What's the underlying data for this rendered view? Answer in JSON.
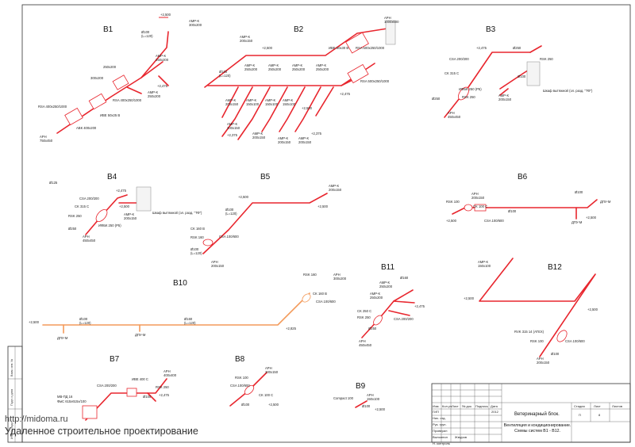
{
  "systems": {
    "B1": "В1",
    "B2": "В2",
    "B3": "В3",
    "B4": "В4",
    "B5": "В5",
    "B6": "В6",
    "B7": "В7",
    "B8": "В8",
    "B9": "В9",
    "B10": "В10",
    "B11": "В11",
    "B12": "В12"
  },
  "labels": {
    "elev_2500": "+2,500",
    "elev_2475": "+2,475",
    "elev_2375": "+2,375",
    "elev_2825": "+2,825",
    "amp_k": "АМР-К",
    "arn": "АРН",
    "dpu_m": "ДПУ-М",
    "d100": "Ø100",
    "l120": "(L=120)",
    "s200x150": "200x150",
    "s250x200": "250x200",
    "s200x100": "200x100",
    "s300x200": "300x200",
    "s450x450": "450x450",
    "s750x450": "750x450",
    "s400x400": "400x400",
    "s150x100": "150x100",
    "s1000x600": "1000x600",
    "csa200x200": "CSA 200/200",
    "csa100600": "CSA 100/600",
    "ck315c": "CK 315 C",
    "ck160b": "CK 160 B",
    "ck100c": "CK 100 C",
    "ck250c": "CK 250 C",
    "rsk250": "RSK 250",
    "rsk160": "RSK 160",
    "rsk100": "RSK 100",
    "ifbk250": "ИФБК 250 (Р5)",
    "ms400c": "ИВЕ 400 С",
    "compact100": "Compact 100",
    "hood_tf": "Шкаф вытяжной (эл. разд. \"ТФ\")",
    "rsa400": "RSA 400x250/1000",
    "rsa500": "RSA 500x250/1000",
    "ive50x30": "ИВЕ 50x30 B",
    "ive50x25": "ИВЕ 50x25 B",
    "amk400": "АВК 400x200",
    "mvpd": "МВ-ПД 16",
    "fmc": "ФмС 615x615x/100",
    "rvk": "RVK 315 14 (АТЕХ)",
    "d250": "Ø250",
    "d160": "Ø160",
    "d125": "Ø125"
  },
  "title_block": {
    "company": "Ветеринарный блок.",
    "sheet_title": "Вентиляция и кондиционирование. Схемы систем В1 - В12.",
    "stage_hdr": "Стадия",
    "sheet_hdr": "Лист",
    "sheets_hdr": "Листов",
    "stage": "П",
    "sheet": "8",
    "rows": [
      "Изм.",
      "Кол.уч.",
      "Лист",
      "№ док.",
      "Подпись",
      "Дата"
    ],
    "roles": [
      "ГИП",
      "Нач. отд.",
      "Рук. груп.",
      "Проверил",
      "Выполнил",
      "Н. контроль"
    ],
    "author": "Жмуров",
    "year": "2012",
    "side_labels": [
      "Взам. инв. №",
      "Подп. и дата",
      "Инв. № подл."
    ]
  },
  "watermark": {
    "url": "http://midoma.ru",
    "subtitle": "Удаленное строительное проектирование"
  },
  "colors": {
    "duct": "#e8262e",
    "duct_alt": "#f39a5a",
    "frame": "#333333"
  }
}
